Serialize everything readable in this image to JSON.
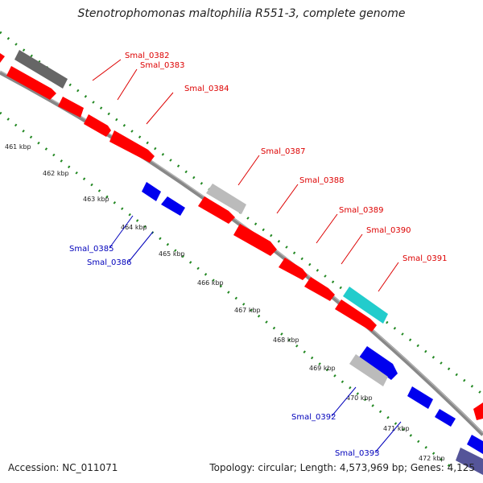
{
  "title": "Stenotrophomonas maltophilia R551-3, complete genome",
  "footer": {
    "accession": "Accession: NC_011071",
    "summary": "Topology: circular; Length: 4,573,969 bp; Genes: 4,125"
  },
  "colors": {
    "forward": "#ff0000",
    "reverse": "#0000ee",
    "grey": "#bbbbbb",
    "dark": "#666666",
    "cyan": "#22cccc",
    "backbone": "#888888",
    "dots": "#228822",
    "label_forward": "#dd0000",
    "label_reverse": "#0000bb"
  },
  "kbp_labels": [
    "461 kbp",
    "462 kbp",
    "463 kbp",
    "464 kbp",
    "465 kbp",
    "466 kbp",
    "467 kbp",
    "468 kbp",
    "469 kbp",
    "470 kbp",
    "471 kbp",
    "472 kbp"
  ],
  "gene_labels_forward": [
    "Smal_0382",
    "Smal_0383",
    "Smal_0384",
    "Smal_0387",
    "Smal_0388",
    "Smal_0389",
    "Smal_0390",
    "Smal_0391"
  ],
  "gene_labels_reverse": [
    "Smal_0385",
    "Smal_0386",
    "Smal_0392",
    "Smal_0393"
  ]
}
